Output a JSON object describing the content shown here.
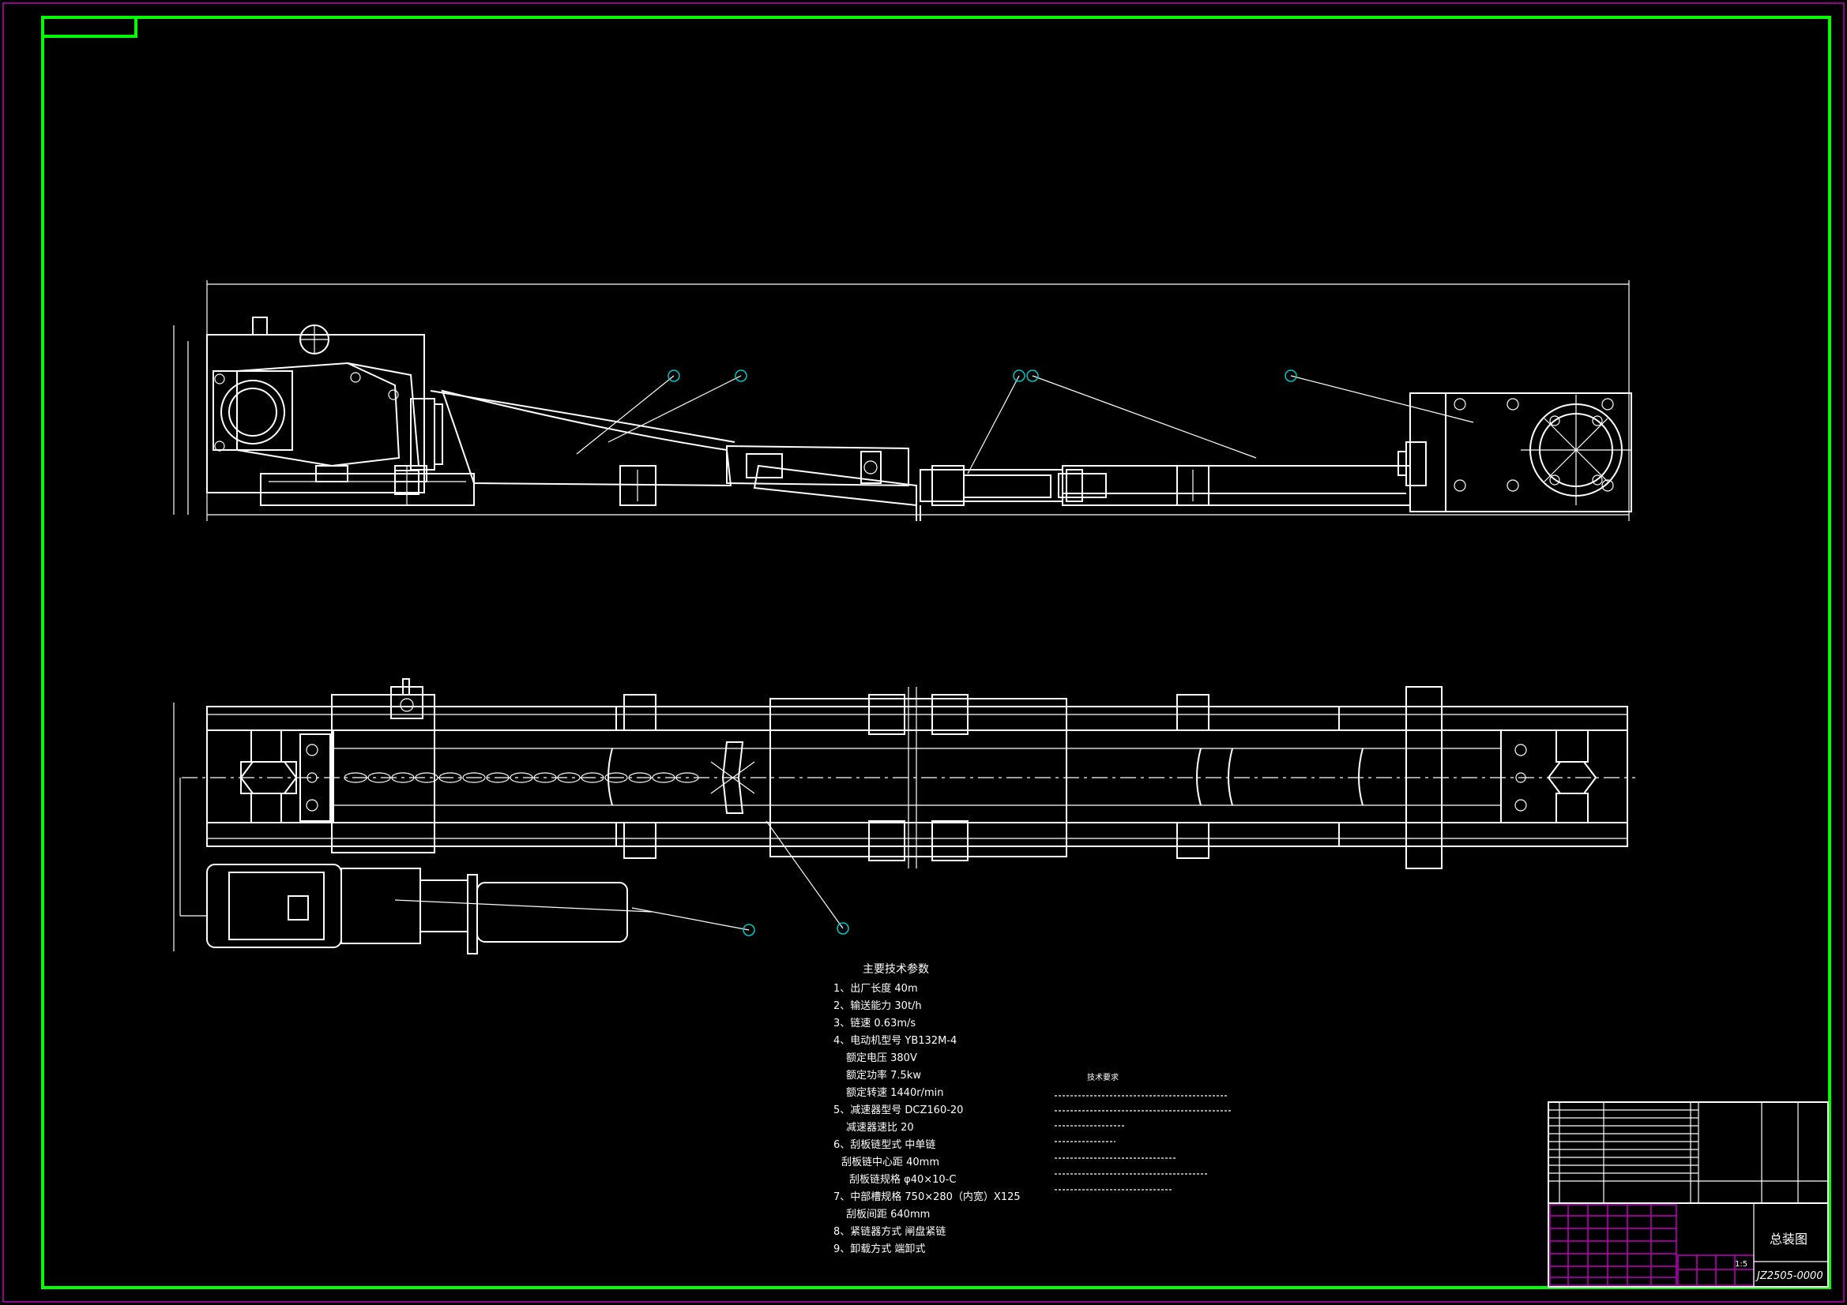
{
  "spec": {
    "title": "主要技术参数",
    "items": [
      "1、出厂长度   40m",
      "2、输送能力   30t/h",
      "3、链速   0.63m/s",
      "4、电动机型号  YB132M-4",
      "额定电压   380V",
      "额定功率   7.5kw",
      "额定转速   1440r/min",
      "5、减速器型号  DCZ160-20",
      "减速器速比   20",
      "6、刮板链型式  中单链",
      "刮板链中心距  40mm",
      "刮板链规格  φ40×10-C",
      "7、中部槽规格  750×280（内宽）X125",
      "刮板间距   640mm",
      "8、紧链器方式  闸盘紧链",
      "9、卸载方式   端卸式"
    ]
  },
  "tech_req": {
    "title": "技术要求"
  },
  "title_block": {
    "drawing_name": "总装图",
    "drawing_number": "JZ2505-0000",
    "scale": "1:5"
  },
  "colors": {
    "frame": "#00ff00",
    "outer_border": "#c000c0",
    "lines": "#ffffff",
    "balloons": "#00c8c8"
  }
}
